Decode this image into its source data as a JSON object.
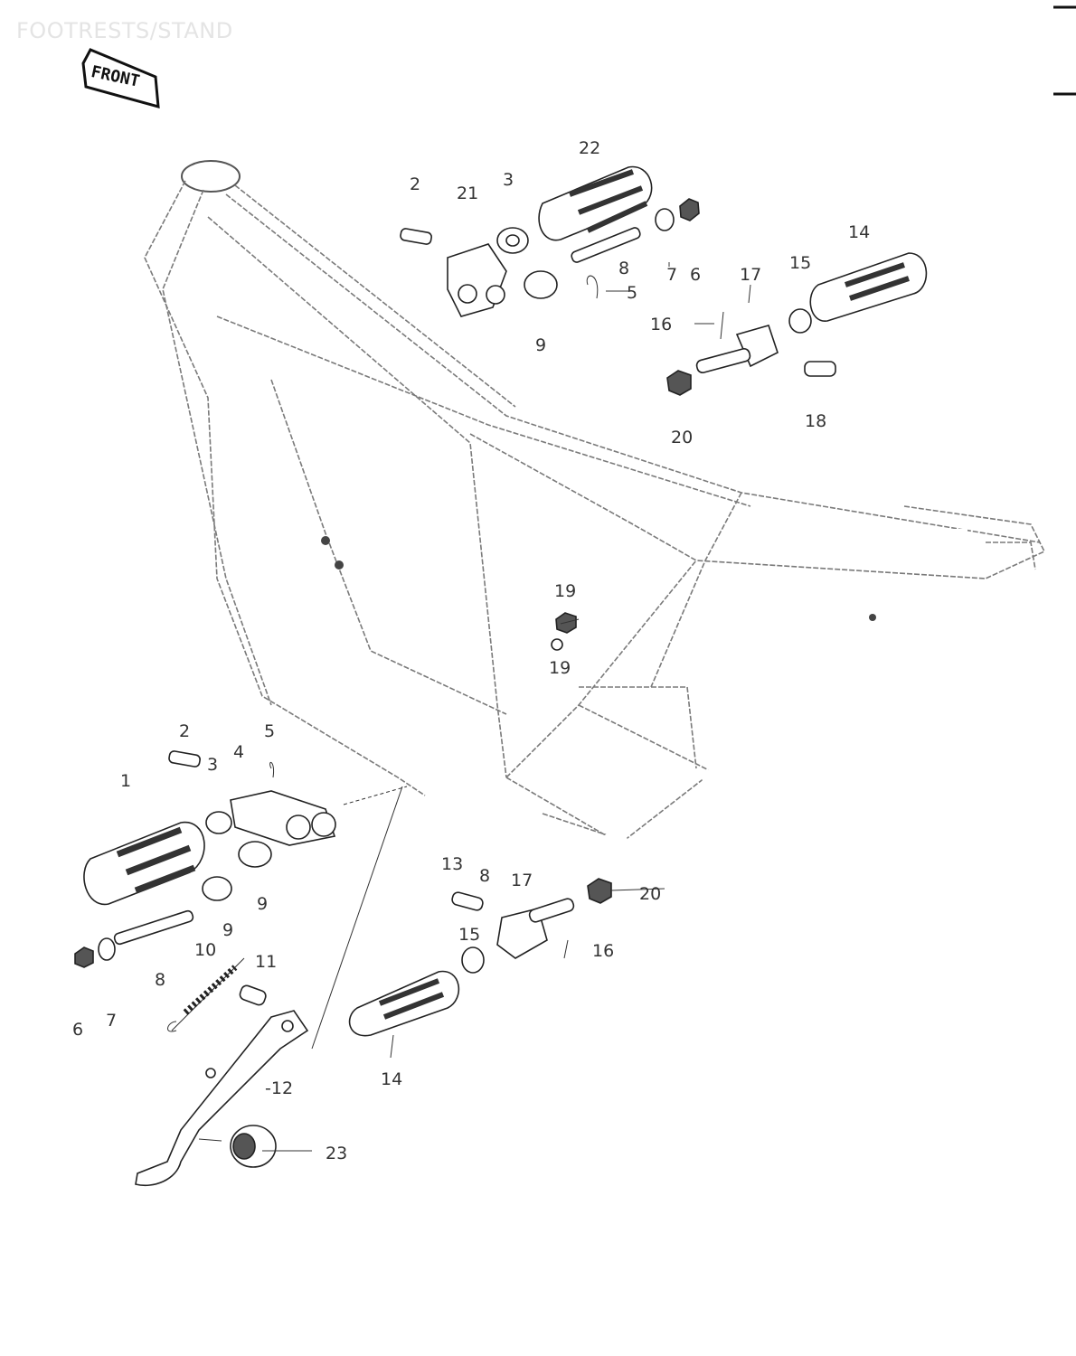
{
  "page_title": "FOOTRESTS/STAND",
  "front_badge": "FRONT",
  "callouts": {
    "top_group": {
      "c2": "2",
      "c21": "21",
      "c3": "3",
      "c22": "22",
      "c8": "8",
      "c5": "5",
      "c9": "9",
      "c7": "7",
      "c6": "6",
      "c14": "14",
      "c15": "15",
      "c17": "17",
      "c16": "16",
      "c20": "20",
      "c18": "18"
    },
    "frame": {
      "c19a": "19",
      "c19b": "19"
    },
    "left_group": {
      "c2": "2",
      "c3": "3",
      "c4": "4",
      "c5": "5",
      "c1": "1",
      "c9a": "9",
      "c9b": "9",
      "c10": "10",
      "c11": "11",
      "c8": "8",
      "c6": "6",
      "c7": "7",
      "c12": "-12",
      "c23": "23"
    },
    "right_group": {
      "c13": "13",
      "c8": "8",
      "c17": "17",
      "c20": "20",
      "c15": "15",
      "c16": "16",
      "c14": "14"
    }
  }
}
